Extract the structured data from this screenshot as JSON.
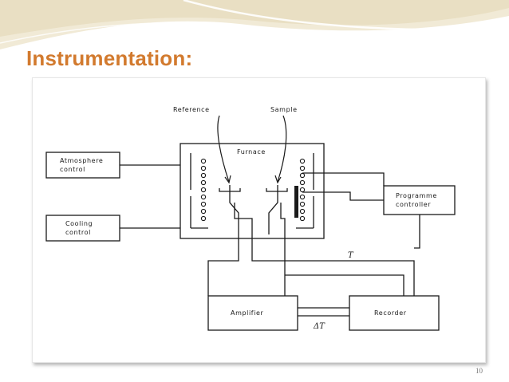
{
  "slide": {
    "title": "Instrumentation:",
    "page_number": "10"
  },
  "theme": {
    "title_color": "#d27a2e",
    "decor_color": "#e9dfc3"
  },
  "diagram": {
    "atmosphere_control": [
      "Atmosphere",
      "control"
    ],
    "cooling_control": [
      "Cooling",
      "control"
    ],
    "furnace": "Furnace",
    "reference": "Reference",
    "sample": "Sample",
    "programme_controller": [
      "Programme",
      "controller"
    ],
    "amplifier": "Amplifier",
    "recorder": "Recorder",
    "t_label": "T",
    "delta_t_label": "ΔT"
  }
}
